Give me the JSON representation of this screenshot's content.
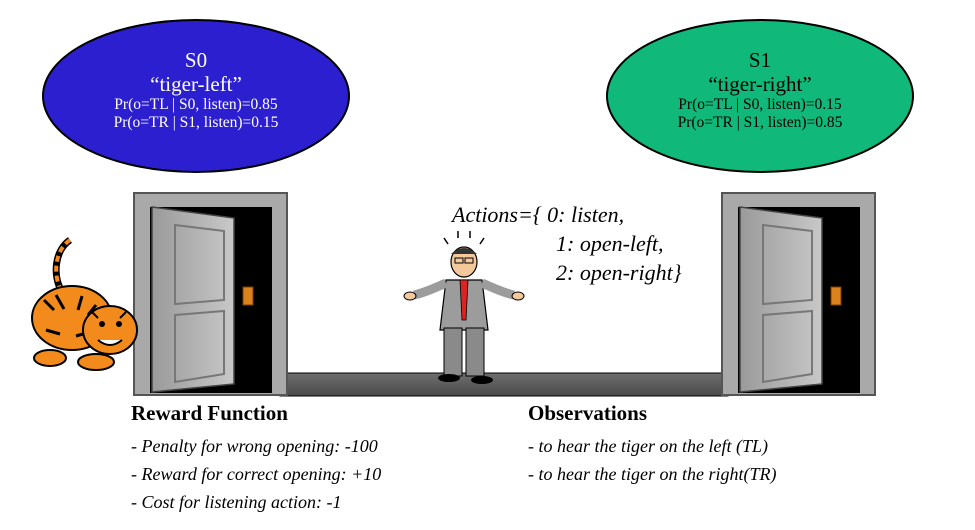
{
  "states": [
    {
      "name": "S0",
      "label": "“tiger-left”",
      "prob1": "Pr(o=TL | S0, listen)=0.85",
      "prob2": "Pr(o=TR | S1, listen)=0.15",
      "color": "#2b1fd0"
    },
    {
      "name": "S1",
      "label": "“tiger-right”",
      "prob1": "Pr(o=TL | S0, listen)=0.15",
      "prob2": "Pr(o=TR | S1, listen)=0.85",
      "color": "#10b87a"
    }
  ],
  "actions": {
    "line1": "Actions={ 0: listen,",
    "line2": "1: open-left,",
    "line3": "2: open-right}"
  },
  "reward": {
    "title": "Reward Function",
    "items": [
      "- Penalty for wrong opening: -100",
      "- Reward for correct opening: +10",
      "- Cost for listening action: -1"
    ]
  },
  "observations": {
    "title": "Observations",
    "items": [
      "- to hear the tiger on the left (TL)",
      "- to hear the tiger on the right(TR)"
    ]
  },
  "icons": [
    "tiger-icon",
    "door-icon",
    "person-icon"
  ]
}
